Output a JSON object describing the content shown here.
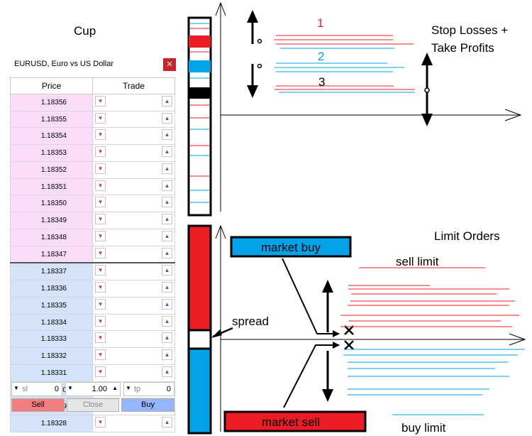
{
  "cup": {
    "title": "Cup",
    "symbol": "EURUSD, Euro vs US Dollar",
    "close_icon": "close-x",
    "columns": [
      "Price",
      "Trade"
    ],
    "asks": [
      "1.18356",
      "1.18355",
      "1.18354",
      "1.18353",
      "1.18352",
      "1.18351",
      "1.18350",
      "1.18349",
      "1.18348",
      "1.18347"
    ],
    "bids": [
      "1.18337",
      "1.18336",
      "1.18335",
      "1.18334",
      "1.18333",
      "1.18332",
      "1.18331",
      "1.18330",
      "1.18329",
      "1.18328"
    ],
    "sl_label": "sl",
    "sl_value": "0",
    "volume_value": "1.00",
    "tp_label": "tp",
    "tp_value": "0",
    "sell_label": "Sell",
    "close_label": "Close",
    "buy_label": "Buy"
  },
  "top": {
    "title_line1": "Stop Losses +",
    "title_line2": "Take Profits",
    "label1": "1",
    "label2": "2",
    "label3": "3"
  },
  "bottom": {
    "title": "Limit Orders",
    "market_buy": "market buy",
    "market_sell": "market sell",
    "sell_limit": "sell limit",
    "buy_limit": "buy limit",
    "spread": "spread"
  },
  "colors": {
    "red": "#ec1c24",
    "blue": "#00a2e8",
    "sell": "#f47d7d",
    "buy": "#95b5fd",
    "ask_bg": "#fbdcfb",
    "bid_bg": "#d4e2fa"
  }
}
